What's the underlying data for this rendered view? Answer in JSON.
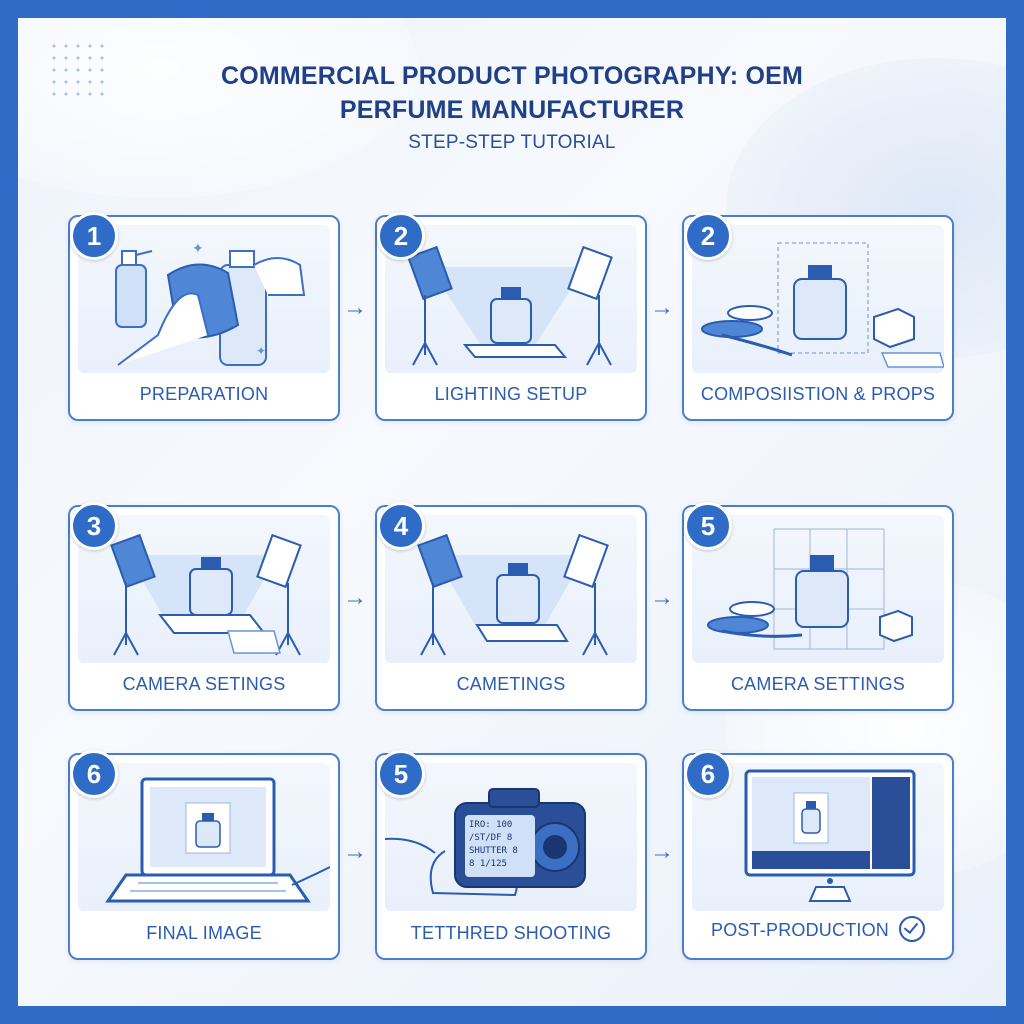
{
  "header": {
    "title_line1": "COMMERCIAL PRODUCT PHOTOGRAPHY: OEM",
    "title_line2": "PERFUME MANUFACTURER",
    "subtitle": "STEP-STEP TUTORIAL"
  },
  "steps": [
    {
      "number": "1",
      "label": "PREPARATION",
      "icon": "cleaning-bottle-icon"
    },
    {
      "number": "2",
      "label": "LIGHTING SETUP",
      "icon": "softbox-lighting-icon"
    },
    {
      "number": "2",
      "label": "COMPOSIISTION & PROPS",
      "icon": "props-composition-icon"
    },
    {
      "number": "3",
      "label": "CAMERA SETINGS",
      "icon": "softbox-lighting-icon"
    },
    {
      "number": "4",
      "label": "CAMETINGS",
      "icon": "softbox-lighting-icon"
    },
    {
      "number": "5",
      "label": "CAMERA SETTINGS",
      "icon": "grid-composition-icon"
    },
    {
      "number": "6",
      "label": "FINAL IMAGE",
      "icon": "laptop-icon"
    },
    {
      "number": "5",
      "label": "TETTHRED SHOOTING",
      "icon": "camera-icon"
    },
    {
      "number": "6",
      "label": "POST-PRODUCTION",
      "icon": "monitor-icon"
    }
  ],
  "camera_screen": {
    "line1": "IRO: 100",
    "line2": "/ST/DF 8",
    "line3": "SHUTTER 8",
    "line4": "8 1/125"
  },
  "colors": {
    "frame": "#2f6cc8",
    "title": "#1f3f86",
    "accent": "#4a7fd0",
    "badge": "#2f6cc8"
  }
}
